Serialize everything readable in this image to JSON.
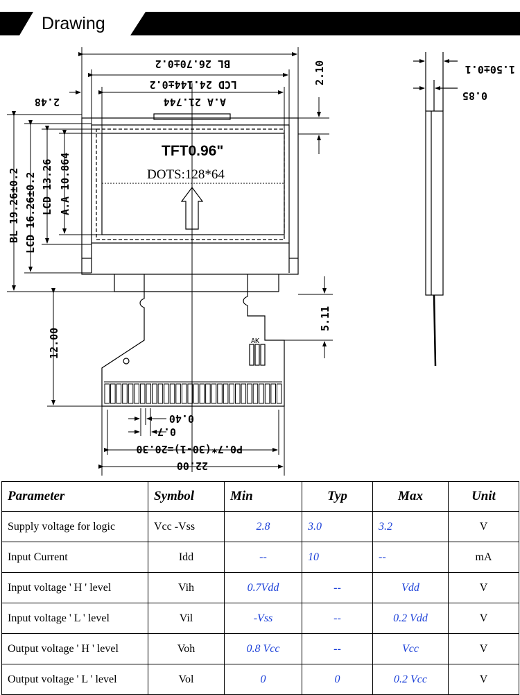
{
  "header": {
    "title": "Drawing"
  },
  "drawing": {
    "dimensions": {
      "bl_width": "BL 26.70±0.2",
      "lcd_width": "LCD 24.144±0.2",
      "aa_width": "A.A 21.744",
      "offset_left": "2.48",
      "offset_top": "2.10",
      "bl_height": "BL 19.26±0.2",
      "lcd_height": "LCD 16.26±0.2",
      "lcd_13": "LCD 13.26",
      "aa_height": "A.A 10.864",
      "fpc_length": "12.00",
      "fpc_offset": "5.11",
      "pitch_04": "0.40",
      "pitch_07": "0.7",
      "pins": "P0.7*(30-1)=20.30",
      "fpc_width": "22.00",
      "total_thickness": "1.50±0.1",
      "glass_thickness": "0.85"
    },
    "display": {
      "title": "TFT0.96\"",
      "dots": "DOTS:128*64"
    },
    "fpc_label": "AK"
  },
  "table": {
    "headers": [
      "Parameter",
      "Symbol",
      "Min",
      "Typ",
      "Max",
      "Unit"
    ],
    "rows": [
      {
        "parameter": "Supply voltage for logic",
        "symbol": "Vcc -Vss",
        "min": "2.8",
        "typ": "3.0",
        "max": "3.2",
        "unit": "V"
      },
      {
        "parameter": "Input Current",
        "symbol": "Idd",
        "min": "--",
        "typ": "10",
        "max": "--",
        "unit": "mA"
      },
      {
        "parameter": "Input voltage ' H ' level",
        "symbol": "Vih",
        "min": "0.7Vdd",
        "typ": "--",
        "max": "Vdd",
        "unit": "V"
      },
      {
        "parameter": "Input voltage ' L ' level",
        "symbol": "Vil",
        "min": "-Vss",
        "typ": "--",
        "max": "0.2 Vdd",
        "unit": "V"
      },
      {
        "parameter": "Output voltage ' H ' level",
        "symbol": "Voh",
        "min": "0.8 Vcc",
        "typ": "--",
        "max": "Vcc",
        "unit": "V"
      },
      {
        "parameter": "Output voltage ' L ' level",
        "symbol": "Vol",
        "min": "0",
        "typ": "0",
        "max": "0.2 Vcc",
        "unit": "V"
      }
    ]
  }
}
